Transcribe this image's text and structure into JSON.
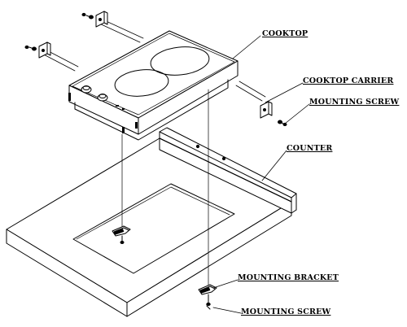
{
  "labels": {
    "cooktop": "COOKTOP",
    "cooktop_carrier": "COOKTOP CARRIER",
    "mounting_screw_top": "MOUNTING SCREW",
    "counter": "COUNTER",
    "mounting_bracket": "MOUNTING BRACKET",
    "mounting_screw_bottom": "MOUNTING SCREW"
  },
  "colors": {
    "line": "#000000",
    "background": "#ffffff"
  }
}
